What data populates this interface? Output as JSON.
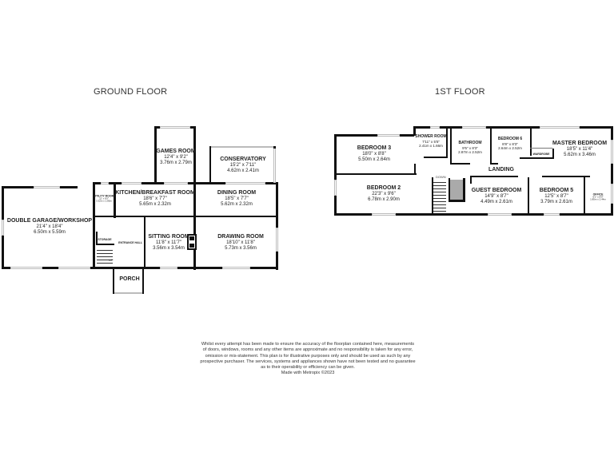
{
  "floors": [
    {
      "title": "GROUND FLOOR",
      "rooms": [
        {
          "name": "DOUBLE GARAGE/WORKSHOP",
          "imperial": "21'4\" x 18'4\"",
          "metric": "6.50m x 5.59m"
        },
        {
          "name": "UTILITY ROOM",
          "imperial": "11' x 6'0\"",
          "metric": "3.32m x 1.80m"
        },
        {
          "name": "STORAGE",
          "imperial": "",
          "metric": ""
        },
        {
          "name": "ENTRANCE HALL",
          "imperial": "",
          "metric": ""
        },
        {
          "name": "PORCH",
          "imperial": "",
          "metric": ""
        },
        {
          "name": "GAMES ROOM",
          "imperial": "12'4\" x 9'2\"",
          "metric": "3.76m x 2.79m"
        },
        {
          "name": "CONSERVATORY",
          "imperial": "15'2\" x 7'11\"",
          "metric": "4.62m x 2.41m"
        },
        {
          "name": "KITCHEN/BREAKFAST ROOM",
          "imperial": "18'6\" x 7'7\"",
          "metric": "5.65m x 2.32m"
        },
        {
          "name": "DINING ROOM",
          "imperial": "18'5\" x 7'7\"",
          "metric": "5.62m x 2.32m"
        },
        {
          "name": "SITTING ROOM",
          "imperial": "11'8\" x 11'7\"",
          "metric": "3.56m x 3.54m"
        },
        {
          "name": "DRAWING ROOM",
          "imperial": "18'10\" x 11'8\"",
          "metric": "5.73m x 3.56m"
        }
      ],
      "stair_label": "UP"
    },
    {
      "title": "1ST FLOOR",
      "rooms": [
        {
          "name": "BEDROOM 3",
          "imperial": "18'0\" x 8'8\"",
          "metric": "5.50m x 2.64m"
        },
        {
          "name": "SHOWER ROOM",
          "imperial": "7'11\" x 5'5\"",
          "metric": "2.41m x 1.66m"
        },
        {
          "name": "BATHROOM",
          "imperial": "9'5\" x 8'3\"",
          "metric": "2.87m x 2.52m"
        },
        {
          "name": "BEDROOM 6",
          "imperial": "8'8\" x 8'3\"",
          "metric": "2.64m x 2.52m"
        },
        {
          "name": "MASTER BEDROOM",
          "imperial": "18'5\" x 11'4\"",
          "metric": "5.62m x 3.46m"
        },
        {
          "name": "BEDROOM 2",
          "imperial": "22'3\" x 9'6\"",
          "metric": "6.78m x 2.90m"
        },
        {
          "name": "LANDING",
          "imperial": "",
          "metric": ""
        },
        {
          "name": "GUEST BEDROOM",
          "imperial": "14'9\" x 8'7\"",
          "metric": "4.49m x 2.61m"
        },
        {
          "name": "BEDROOM 5",
          "imperial": "12'5\" x 8'7\"",
          "metric": "3.79m x 2.61m"
        },
        {
          "name": "OFFICE",
          "imperial": "6'1\" x 8'0\"",
          "metric": "1.85m x 2.44m"
        },
        {
          "name": "WARDROBE",
          "imperial": "",
          "metric": ""
        }
      ],
      "stair_label": "DOWN"
    }
  ],
  "disclaimer": [
    "Whilst every attempt has been made to ensure the accuracy of the floorplan contained here, measurements",
    "of doors, windows, rooms and any other items are approximate and no responsibility is taken for any error,",
    "omission or mis-statement. This plan is for illustrative purposes only and should be used as such by any",
    "prospective purchaser. The services, systems and appliances shown have not been tested and no guarantee",
    "as to their operability or efficiency can be given.",
    "Made with Metropix ©2023"
  ]
}
